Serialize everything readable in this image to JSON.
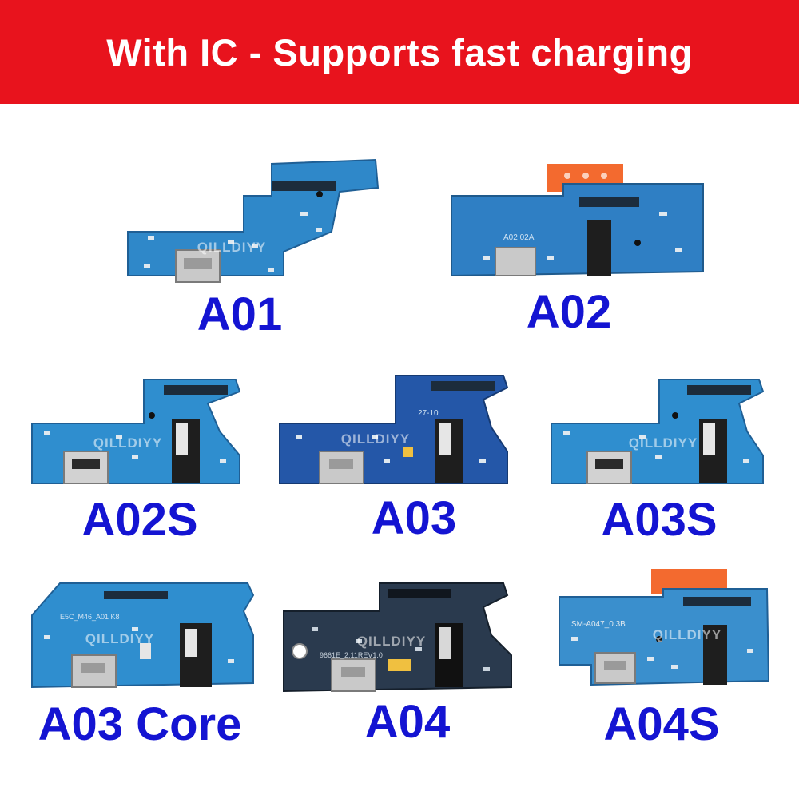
{
  "banner": {
    "text": "With IC - Supports fast charging",
    "color": "#e8131d"
  },
  "watermark": "QILLDIYY",
  "label_color": "#1414d2",
  "products": [
    {
      "label": "A01",
      "board_color": "#2f88c9"
    },
    {
      "label": "A02",
      "board_color": "#2f7fc4"
    },
    {
      "label": "A02S",
      "board_color": "#2f8ecf"
    },
    {
      "label": "A03",
      "board_color": "#2457a8"
    },
    {
      "label": "A03S",
      "board_color": "#2f8ecf"
    },
    {
      "label": "A03 Core",
      "board_color": "#2f8ecf"
    },
    {
      "label": "A04",
      "board_color": "#2a3a4e"
    },
    {
      "label": "A04S",
      "board_color": "#3a8fcd"
    }
  ],
  "silkscreen": {
    "a02": "A02 02A",
    "a03": "27-10",
    "a03core": "E5C_M46_A01 K8",
    "a04": "9661E_2.11REV1.0",
    "a04s": "SM-A047_0.3B"
  }
}
